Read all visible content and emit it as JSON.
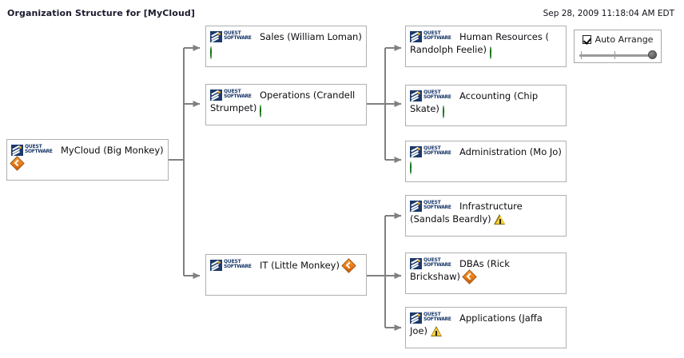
{
  "header": {
    "title": "Organization Structure for [MyCloud]",
    "timestamp": "Sep 28, 2009 11:18:04 AM EDT"
  },
  "controls": {
    "auto_arrange_label": "Auto Arrange",
    "auto_arrange_checked": true,
    "zoom_slider_value": 100
  },
  "brand": {
    "logo_line1": "QUEST",
    "logo_line2": "SOFTWARE",
    "logo_color": "#1b3a6b",
    "accent_color": "#e8a317"
  },
  "status_colors": {
    "ok": "#2faa2f",
    "warning": "#f6cf3e",
    "action": "#ea7a13"
  },
  "nodes": {
    "root": {
      "label": "MyCloud (Big Monkey)",
      "status": "action"
    },
    "sales": {
      "label": "Sales (William Loman)",
      "status": "ok"
    },
    "operations": {
      "label": "Operations (Crandell Strumpet)",
      "status": "ok"
    },
    "it": {
      "label": "IT (Little Monkey)",
      "status": "action"
    },
    "hr": {
      "label": "Human Resources ( Randolph Feelie)",
      "status": "ok"
    },
    "accounting": {
      "label": "Accounting (Chip Skate)",
      "status": "ok"
    },
    "administration": {
      "label": "Administration (Mo Jo)",
      "status": "ok"
    },
    "infrastructure": {
      "label": "Infrastructure (Sandals Beardly)",
      "status": "warning"
    },
    "dbas": {
      "label": "DBAs (Rick Brickshaw)",
      "status": "action"
    },
    "applications": {
      "label": "Applications (Jaffa Joe)",
      "status": "warning"
    }
  }
}
